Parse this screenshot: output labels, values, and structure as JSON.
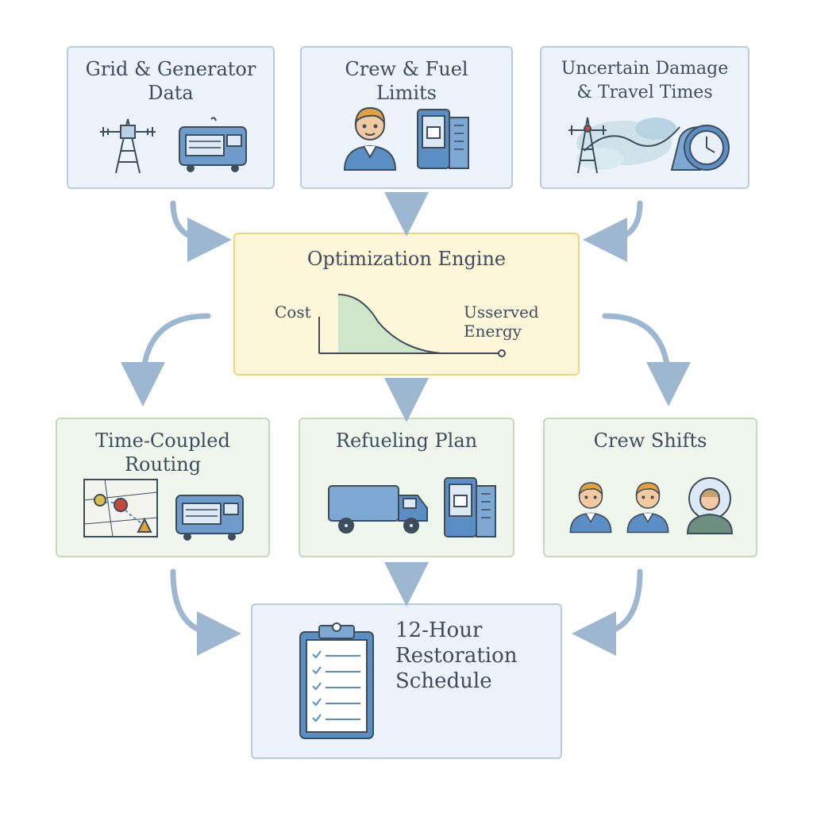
{
  "inputs": {
    "grid": {
      "title": "Grid & Generator\nData",
      "icons": [
        "transmission-tower-icon",
        "generator-icon"
      ]
    },
    "crew": {
      "title": "Crew & Fuel\nLimits",
      "icons": [
        "crew-member-icon",
        "fuel-pump-icon"
      ]
    },
    "uncertain": {
      "title": "Uncertain Damage\n& Travel Times",
      "icons": [
        "damaged-tower-icon",
        "map-icon",
        "clock-icon"
      ]
    }
  },
  "engine": {
    "title": "Optimization Engine",
    "y_label": "Cost",
    "x_label": "Usserved\nEnergy",
    "icons": [
      "tradeoff-curve-icon"
    ]
  },
  "outputs": {
    "routing": {
      "title": "Time-Coupled\nRouting",
      "icons": [
        "route-map-icon",
        "generator-icon"
      ]
    },
    "refueling": {
      "title": "Refueling Plan",
      "icons": [
        "fuel-truck-icon",
        "fuel-pump-icon"
      ]
    },
    "shifts": {
      "title": "Crew Shifts",
      "icons": [
        "crew-member-icon",
        "crew-member-icon",
        "clock-crew-icon"
      ]
    }
  },
  "final": {
    "title": "12-Hour\nRestoration\nSchedule",
    "icons": [
      "clipboard-checklist-icon"
    ]
  },
  "colors": {
    "arrow": "#9db7d0",
    "input_fill": "#ecf3fb",
    "engine_fill": "#fdf6d8",
    "output_fill": "#eff6ec",
    "curve_fill": "#cfe6c8",
    "icon_blue": "#5b8ec4",
    "skin": "#f2c9a0",
    "hair": "#e0a23c"
  }
}
